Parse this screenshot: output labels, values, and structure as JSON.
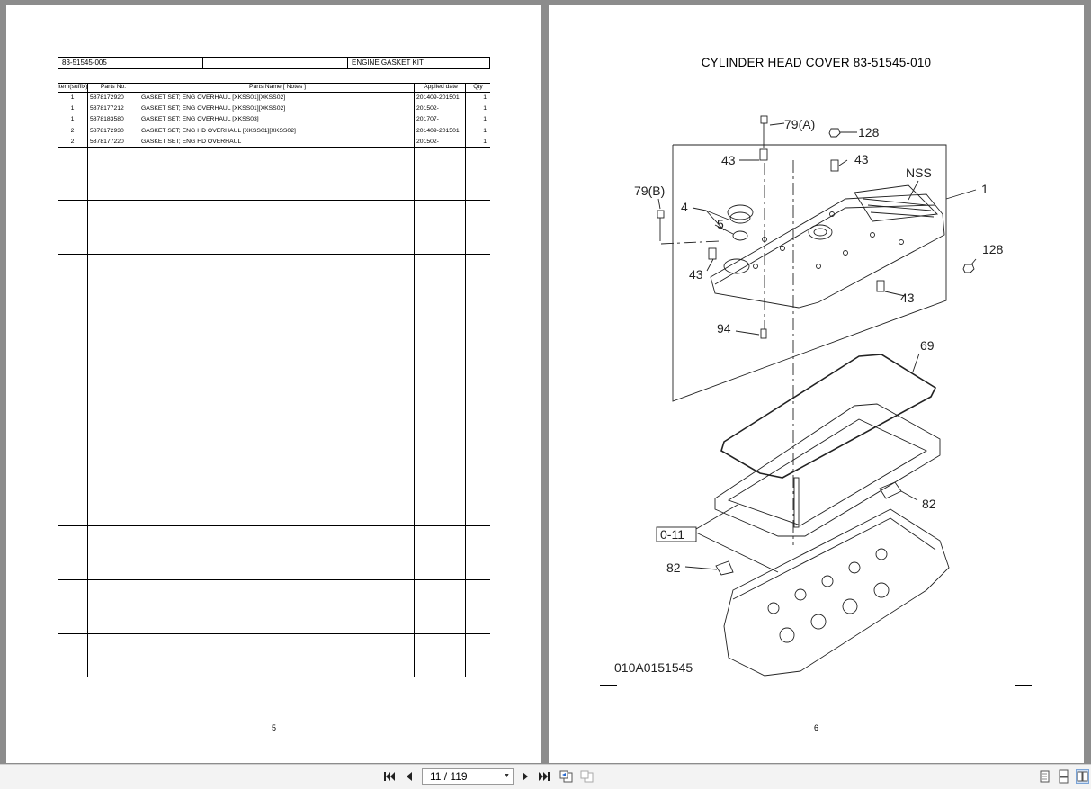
{
  "left_page": {
    "header": {
      "kit_no": "83-51545-005",
      "middle": "",
      "kit_name": "ENGINE GASKET KIT"
    },
    "columns": {
      "item": "Item(suffix)",
      "part": "Parts No.",
      "name": "Parts Name  [ Notes ]",
      "date": "Applied date",
      "qty": "Qty"
    },
    "rows": [
      {
        "item": "1",
        "part": "5878172920",
        "name": "GASKET SET; ENG OVERHAUL  [XKSS01][XKSS02]",
        "date": "201409-201501",
        "qty": "1"
      },
      {
        "item": "1",
        "part": "5878177212",
        "name": "GASKET SET; ENG OVERHAUL  [XKSS01][XKSS02]",
        "date": "201502-",
        "qty": "1"
      },
      {
        "item": "1",
        "part": "5878183580",
        "name": "GASKET SET; ENG OVERHAUL  [XKSS03]",
        "date": "201707-",
        "qty": "1"
      },
      {
        "item": "2",
        "part": "5878172930",
        "name": "GASKET SET; ENG HD OVERHAUL  [XKSS01][XKSS02]",
        "date": "201409-201501",
        "qty": "1"
      },
      {
        "item": "2",
        "part": "5878177220",
        "name": "GASKET SET; ENG HD OVERHAUL",
        "date": "201502-",
        "qty": "1"
      }
    ],
    "page_number": "5"
  },
  "right_page": {
    "title": "CYLINDER HEAD COVER  83-51545-010",
    "labels": {
      "l79a": "79(A)",
      "l128a": "128",
      "l43a": "43",
      "l43b": "43",
      "lnss": "NSS",
      "l1": "1",
      "l79b": "79(B)",
      "l4": "4",
      "l5": "5",
      "l128b": "128",
      "l43c": "43",
      "l43d": "43",
      "l94": "94",
      "l69": "69",
      "l82a": "82",
      "l011": "0-11",
      "l82b": "82",
      "drawing_no": "010A0151545"
    },
    "page_number": "6"
  },
  "toolbar": {
    "page_indicator": "11 / 119",
    "icons": [
      "first-page-icon",
      "prev-page-icon",
      "next-page-icon",
      "last-page-icon",
      "go-back-view-icon",
      "go-forward-view-icon",
      "single-page-view-icon",
      "continuous-view-icon",
      "two-page-view-icon"
    ]
  }
}
